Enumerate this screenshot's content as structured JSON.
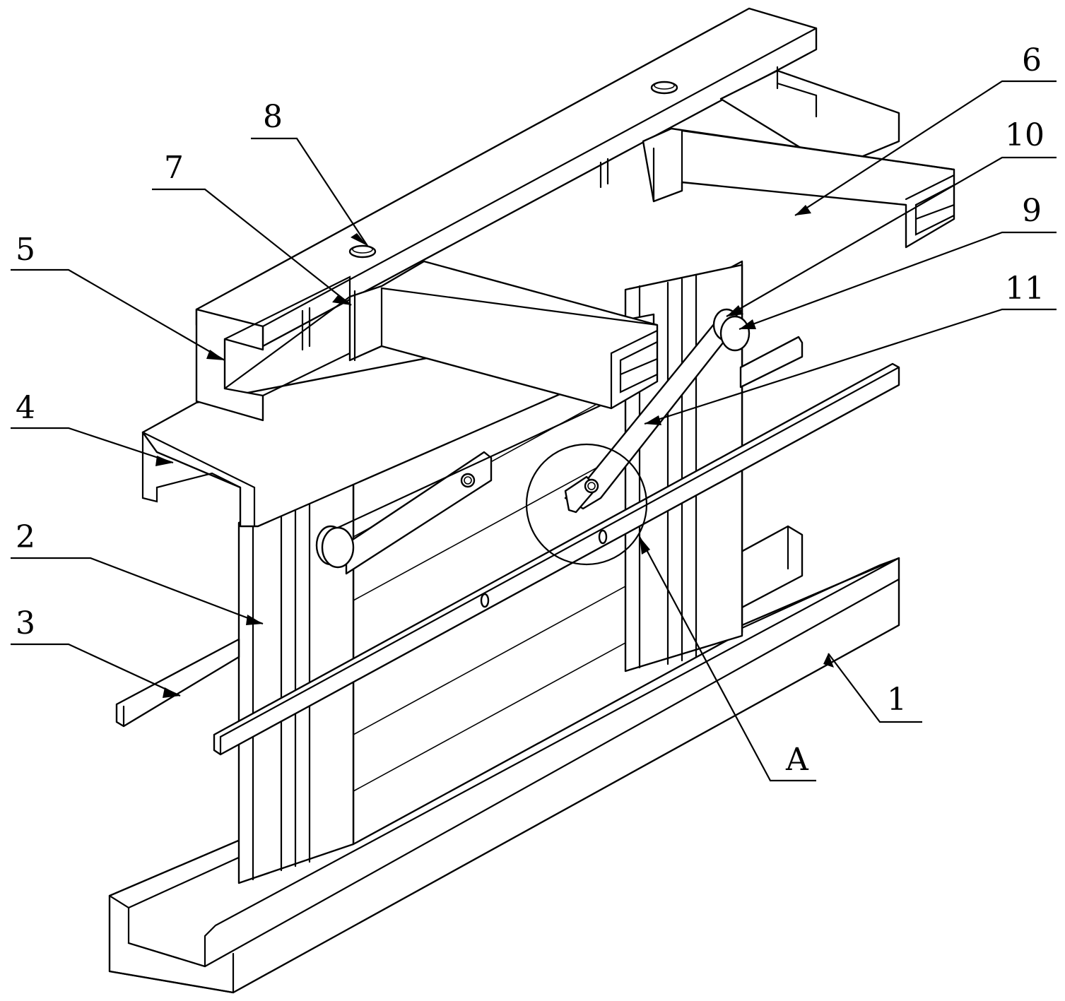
{
  "figure": {
    "callouts": [
      {
        "id": "c1",
        "text": "1"
      },
      {
        "id": "c2",
        "text": "2"
      },
      {
        "id": "c3",
        "text": "3"
      },
      {
        "id": "c4",
        "text": "4"
      },
      {
        "id": "c5",
        "text": "5"
      },
      {
        "id": "c6",
        "text": "6"
      },
      {
        "id": "c7",
        "text": "7"
      },
      {
        "id": "c8",
        "text": "8"
      },
      {
        "id": "c9",
        "text": "9"
      },
      {
        "id": "c10",
        "text": "10"
      },
      {
        "id": "c11",
        "text": "11"
      },
      {
        "id": "cA",
        "text": "A"
      }
    ],
    "detail_circle_label": "A",
    "line_color": "#000000",
    "background": "#ffffff"
  }
}
